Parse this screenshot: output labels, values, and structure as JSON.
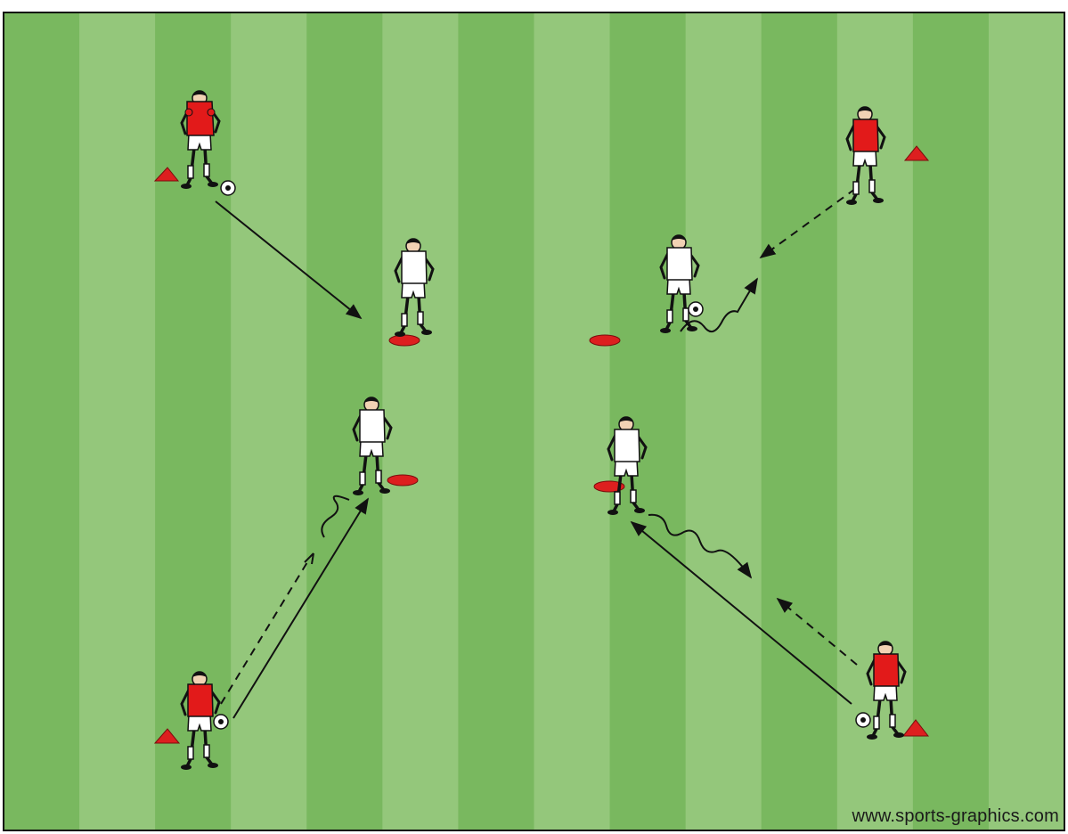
{
  "pitch": {
    "stripe_colors": [
      "#79b85f",
      "#94c77b"
    ],
    "border_color": "#111111"
  },
  "colors": {
    "red_kit": "#e21a1a",
    "white_kit": "#ffffff",
    "cone": "#dd1f1f",
    "outline": "#111111"
  },
  "legend_free": true,
  "watermark": "www.sports-graphics.com",
  "players": [
    {
      "id": "p1",
      "team": "red",
      "has_ball": true
    },
    {
      "id": "p2",
      "team": "red",
      "has_ball": false
    },
    {
      "id": "p3",
      "team": "red",
      "has_ball": true
    },
    {
      "id": "p4",
      "team": "red",
      "has_ball": true
    },
    {
      "id": "p5",
      "team": "white",
      "has_ball": false
    },
    {
      "id": "p6",
      "team": "white",
      "has_ball": true
    },
    {
      "id": "p7",
      "team": "white",
      "has_ball": false
    },
    {
      "id": "p8",
      "team": "white",
      "has_ball": false
    }
  ],
  "arrows": [
    {
      "id": "a1",
      "style": "solid"
    },
    {
      "id": "a2",
      "style": "dashed"
    },
    {
      "id": "a3",
      "style": "wavy"
    },
    {
      "id": "a4",
      "style": "solid"
    },
    {
      "id": "a5",
      "style": "dashed"
    },
    {
      "id": "a6",
      "style": "wavy"
    },
    {
      "id": "a7",
      "style": "solid"
    },
    {
      "id": "a8",
      "style": "dashed"
    },
    {
      "id": "a9",
      "style": "wavy"
    }
  ]
}
